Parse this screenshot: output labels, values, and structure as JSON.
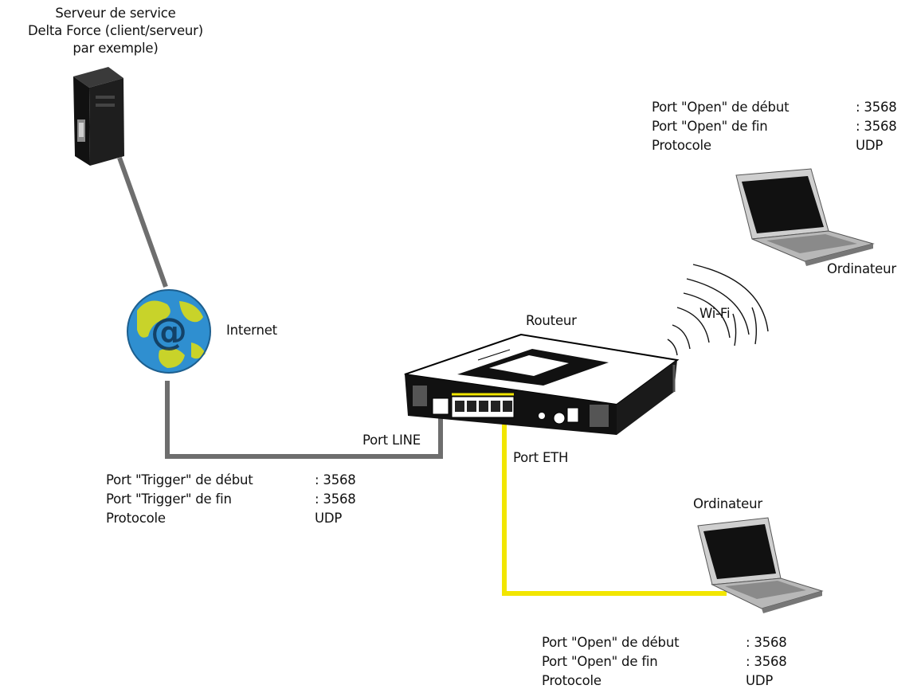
{
  "server": {
    "caption_lines": [
      "Serveur de service",
      "Delta Force (client/serveur)",
      "par exemple)"
    ]
  },
  "internet": {
    "label": "Internet"
  },
  "router": {
    "label": "Routeur"
  },
  "wifi": {
    "label": "Wi-Fi"
  },
  "ports": {
    "line_label": "Port LINE",
    "eth_label": "Port ETH"
  },
  "laptop_wifi": {
    "label": "Ordinateur"
  },
  "laptop_wired": {
    "label": "Ordinateur"
  },
  "trigger_table": {
    "rows": [
      {
        "label": "Port \"Trigger\" de début",
        "value": ": 3568"
      },
      {
        "label": "Port \"Trigger\" de fin",
        "value": ": 3568"
      },
      {
        "label": "Protocole",
        "value": "UDP"
      }
    ]
  },
  "open_table_wifi": {
    "rows": [
      {
        "label": "Port \"Open\" de début",
        "value": ": 3568"
      },
      {
        "label": "Port \"Open\" de fin",
        "value": ": 3568"
      },
      {
        "label": "Protocole",
        "value": "UDP"
      }
    ]
  },
  "open_table_wired": {
    "rows": [
      {
        "label": "Port \"Open\" de début",
        "value": ": 3568"
      },
      {
        "label": "Port \"Open\" de fin",
        "value": ": 3568"
      },
      {
        "label": "Protocole",
        "value": "UDP"
      }
    ]
  },
  "colors": {
    "wan_cable": "#6e6e6e",
    "lan_cable": "#f2e600",
    "globe": "#2f8fd0",
    "globe_land": "#c8d32a"
  }
}
